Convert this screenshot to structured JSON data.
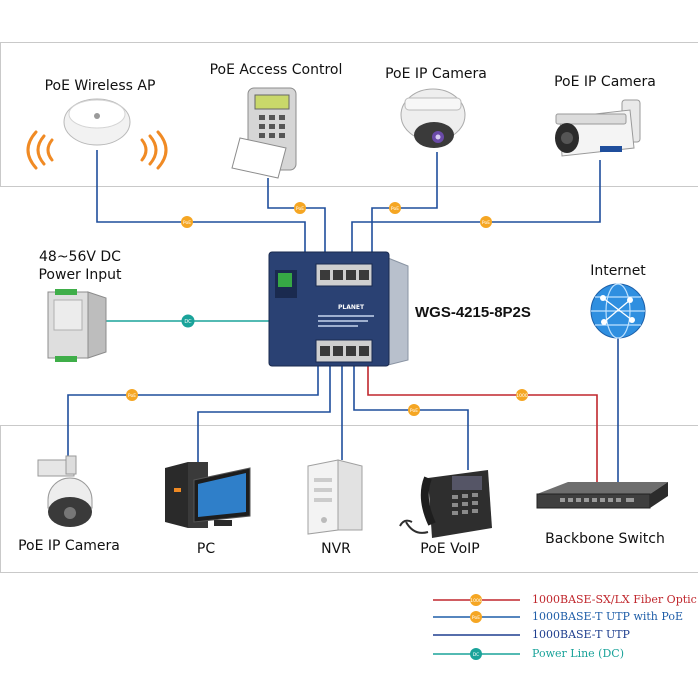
{
  "switch": {
    "model": "WGS-4215-8P2S",
    "brand": "PLANET"
  },
  "devices": {
    "ap": "PoE Wireless AP",
    "access_control": "PoE Access Control",
    "ip_camera_dome": "PoE IP Camera",
    "ip_camera_bullet": "PoE IP Camera",
    "dc_input_line1": "48~56V DC",
    "dc_input_line2": "Power Input",
    "internet": "Internet",
    "ptz_camera": "PoE IP Camera",
    "pc": "PC",
    "nvr": "NVR",
    "voip": "PoE VoIP",
    "backbone": "Backbone Switch"
  },
  "badges": {
    "poe": "PoE",
    "dc": "DC",
    "fiber": "1000"
  },
  "legend": [
    {
      "label": "1000BASE-SX/LX Fiber Optic",
      "color": "#c0272d",
      "badge": "1000",
      "badge_color": "#f5a623"
    },
    {
      "label": "1000BASE-T UTP with PoE",
      "color": "#1f5ea8",
      "badge": "PoE",
      "badge_color": "#f5a623"
    },
    {
      "label": "1000BASE-T UTP",
      "color": "#1f3f8f",
      "badge": "",
      "badge_color": ""
    },
    {
      "label": "Power Line (DC)",
      "color": "#1aa39a",
      "badge": "DC",
      "badge_color": "#1aa39a"
    }
  ],
  "colors": {
    "poe_line": "#1f4e9c",
    "fiber_line": "#c0272d",
    "dc_line": "#1aa39a",
    "switch_face": "#2a4173",
    "badge_orange": "#f5a623",
    "panel_border": "#c9c9c9"
  }
}
